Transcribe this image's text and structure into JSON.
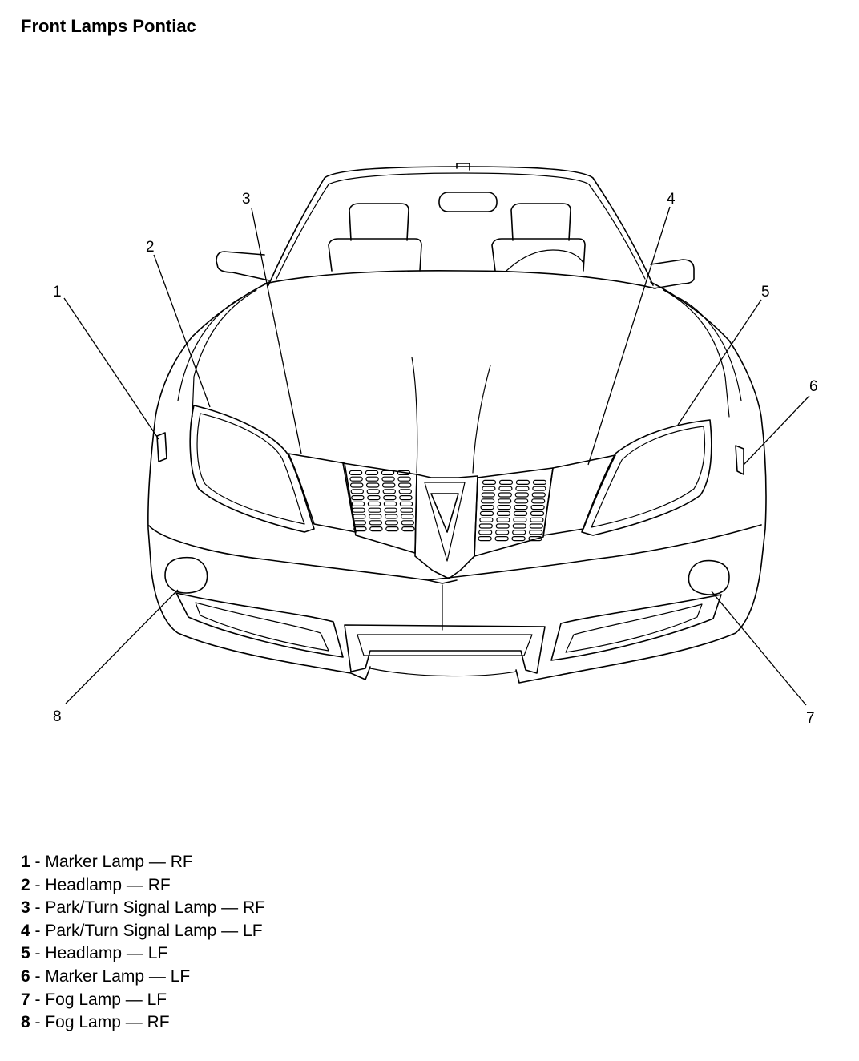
{
  "title": "Front Lamps Pontiac",
  "callouts": [
    "1",
    "2",
    "3",
    "4",
    "5",
    "6",
    "7",
    "8"
  ],
  "legend": [
    {
      "num": "1",
      "sep": " - ",
      "text": "Marker Lamp — RF"
    },
    {
      "num": "2",
      "sep": " - ",
      "text": "Headlamp — RF"
    },
    {
      "num": "3",
      "sep": " - ",
      "text": "Park/Turn Signal Lamp — RF"
    },
    {
      "num": "4",
      "sep": " - ",
      "text": "Park/Turn Signal Lamp — LF"
    },
    {
      "num": "5",
      "sep": " - ",
      "text": "Headlamp — LF"
    },
    {
      "num": "6",
      "sep": " - ",
      "text": "Marker Lamp — LF"
    },
    {
      "num": "7",
      "sep": " - ",
      "text": "Fog Lamp — LF"
    },
    {
      "num": "8",
      "sep": " - ",
      "text": "Fog Lamp — RF"
    }
  ]
}
